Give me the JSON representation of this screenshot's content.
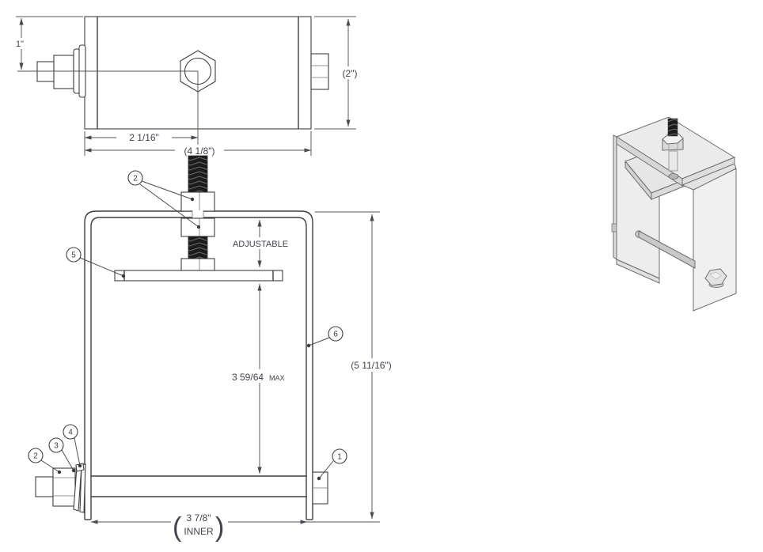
{
  "drawing_title": "hanger-bracket-assembly-drawing",
  "top_view": {
    "dim_flange": "1\"",
    "dim_height": "(2\")",
    "dim_to_center": "2 1/16\"",
    "dim_width": "(4 1/8\")"
  },
  "front_view": {
    "adjustable": "ADJUSTABLE",
    "max_value": "3 59/64",
    "max_suffix": "MAX",
    "overall_height": "(5 11/16\")",
    "inner_value": "3 7/8\"",
    "inner_label": "INNER",
    "paren_open": "(",
    "paren_close": ")"
  },
  "balloons": {
    "b1": "1",
    "b2": "2",
    "b3": "3",
    "b4": "4",
    "b5": "5",
    "b6": "6"
  },
  "colors": {
    "line": "#3f3f3f",
    "dimension": "#55555e",
    "iso_fill_light": "#ececec",
    "iso_fill_dark": "#d6d6d6"
  }
}
